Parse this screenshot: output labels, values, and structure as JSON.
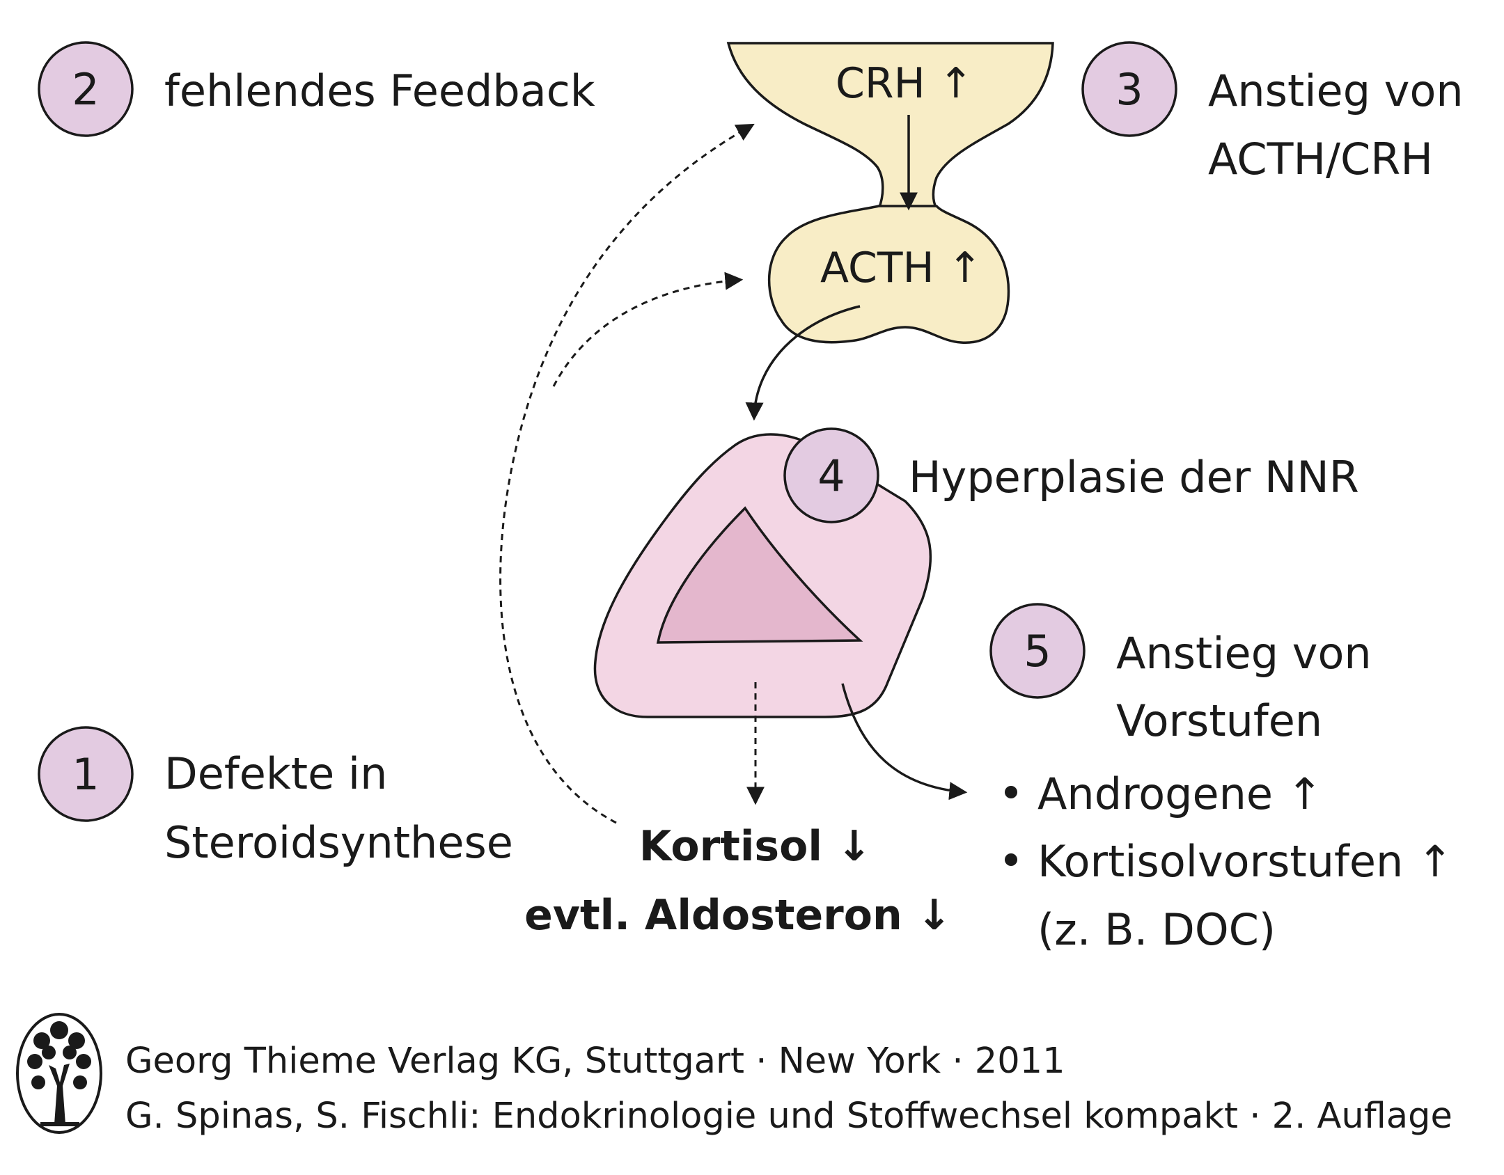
{
  "colors": {
    "step_circle_fill": "#e3cbe1",
    "organ_fill": "#f8edc6",
    "adrenal_outer_fill": "#f3d6e4",
    "adrenal_inner_fill": "#e4b7cd",
    "stroke": "#1a1a1a"
  },
  "icons": {
    "publisher_logo": "tree-logo"
  },
  "steps": [
    {
      "number": "1",
      "lines": [
        "Defekte in",
        "Steroidsynthese"
      ]
    },
    {
      "number": "2",
      "lines": [
        "fehlendes Feedback"
      ]
    },
    {
      "number": "3",
      "lines": [
        "Anstieg von",
        "ACTH/CRH"
      ]
    },
    {
      "number": "4",
      "lines": [
        "Hyperplasie der NNR"
      ]
    },
    {
      "number": "5",
      "lines": [
        "Anstieg von",
        "Vorstufen"
      ]
    }
  ],
  "organs": {
    "hypothalamus_label": "CRH ↑",
    "pituitary_label": "ACTH ↑"
  },
  "hormones_low": {
    "line1": "Kortisol ↓",
    "line2": "evtl. Aldosteron ↓"
  },
  "precursors": {
    "items": [
      "Androgene ↑",
      "Kortisolvorstufen ↑"
    ],
    "note": "(z. B. DOC)"
  },
  "credits": {
    "line1": "Georg Thieme Verlag KG, Stuttgart · New York · 2011",
    "line2": "G. Spinas, S. Fischli: Endokrinologie und Stoffwechsel kompakt · 2. Auflage"
  }
}
